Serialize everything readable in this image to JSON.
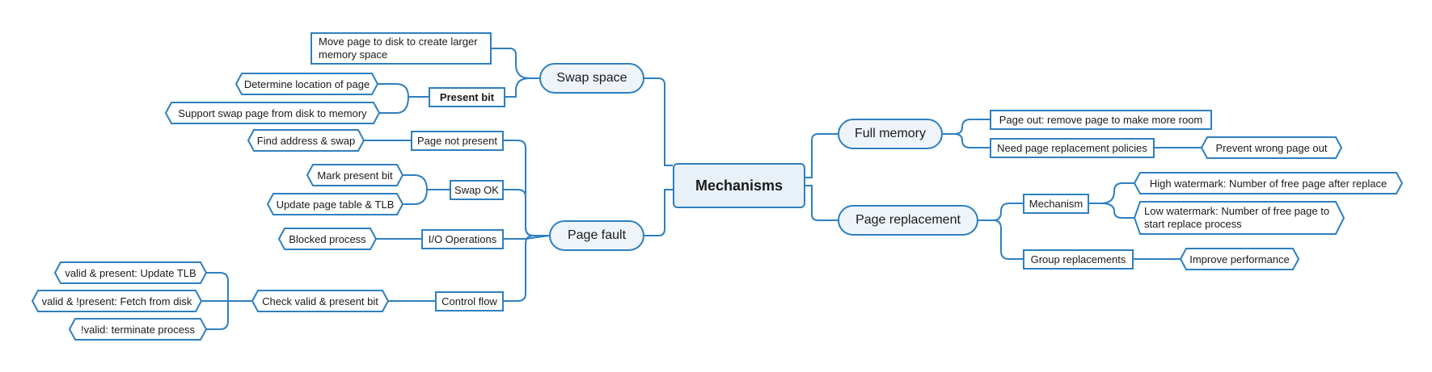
{
  "root": {
    "label": "Mechanisms"
  },
  "swap_space": {
    "label": "Swap space",
    "move_page": "Move page to disk to create larger memory space",
    "present_bit": "Present bit",
    "determine_location": "Determine location of page",
    "support_swap": "Support swap page from disk to memory"
  },
  "page_fault": {
    "label": "Page fault",
    "page_not_present": "Page not present",
    "find_address": "Find address & swap",
    "swap_ok": "Swap OK",
    "mark_present": "Mark present bit",
    "update_table": "Update page table & TLB",
    "io_operations": "I/O Operations",
    "blocked_process": "Blocked process",
    "control_flow": "Control flow",
    "check_valid": "Check valid & present bit",
    "valid_present": "valid & present: Update TLB",
    "valid_not_present": "valid & !present: Fetch from disk",
    "not_valid": "!valid: terminate process"
  },
  "full_memory": {
    "label": "Full memory",
    "page_out": "Page out: remove page to make more room",
    "need_policies": "Need page replacement policies",
    "prevent_wrong": "Prevent wrong page out"
  },
  "page_replacement": {
    "label": "Page replacement",
    "mechanism": "Mechanism",
    "high_watermark": "High watermark: Number of free page after replace",
    "low_watermark": "Low watermark: Number of free page to start replace process",
    "group_replacements": "Group replacements",
    "improve_performance": "Improve performance"
  },
  "colors": {
    "line": "#2e7fbf",
    "fill": "#e9f1f8"
  }
}
